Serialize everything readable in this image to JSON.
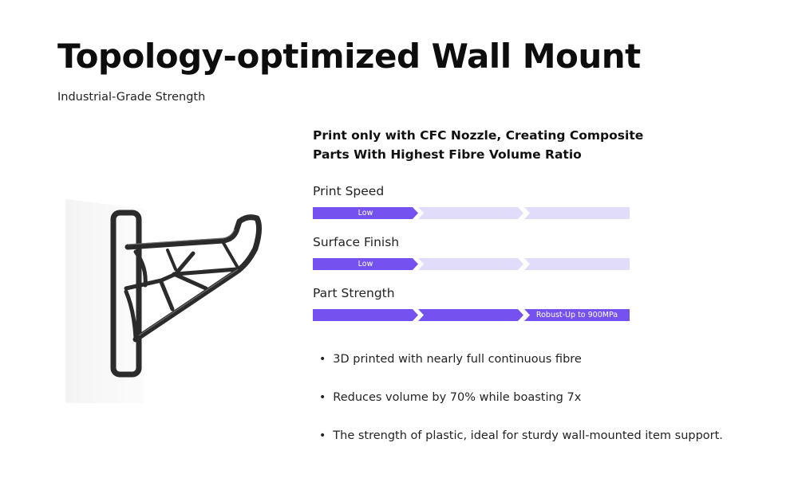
{
  "title": "Topology-optimized Wall Mount",
  "subtitle": "Industrial-Grade Strength",
  "heading_lines": [
    "Print only with CFC Nozzle, Creating Composite",
    "Parts With Highest Fibre Volume Ratio"
  ],
  "colors": {
    "active": "#7552f0",
    "inactive": "#e2dcfb"
  },
  "ratings": [
    {
      "label": "Print Speed",
      "level": 1,
      "of": 3,
      "segment_text": [
        "Low",
        "",
        ""
      ]
    },
    {
      "label": "Surface Finish",
      "level": 1,
      "of": 3,
      "segment_text": [
        "Low",
        "",
        ""
      ]
    },
    {
      "label": "Part Strength",
      "level": 3,
      "of": 3,
      "segment_text": [
        "",
        "",
        "Robust-Up to 900MPa"
      ]
    }
  ],
  "bullets": [
    "3D printed with nearly full continuous fibre",
    "Reduces volume by 70% while boasting 7x",
    "The strength of plastic, ideal for sturdy wall-mounted item support."
  ]
}
